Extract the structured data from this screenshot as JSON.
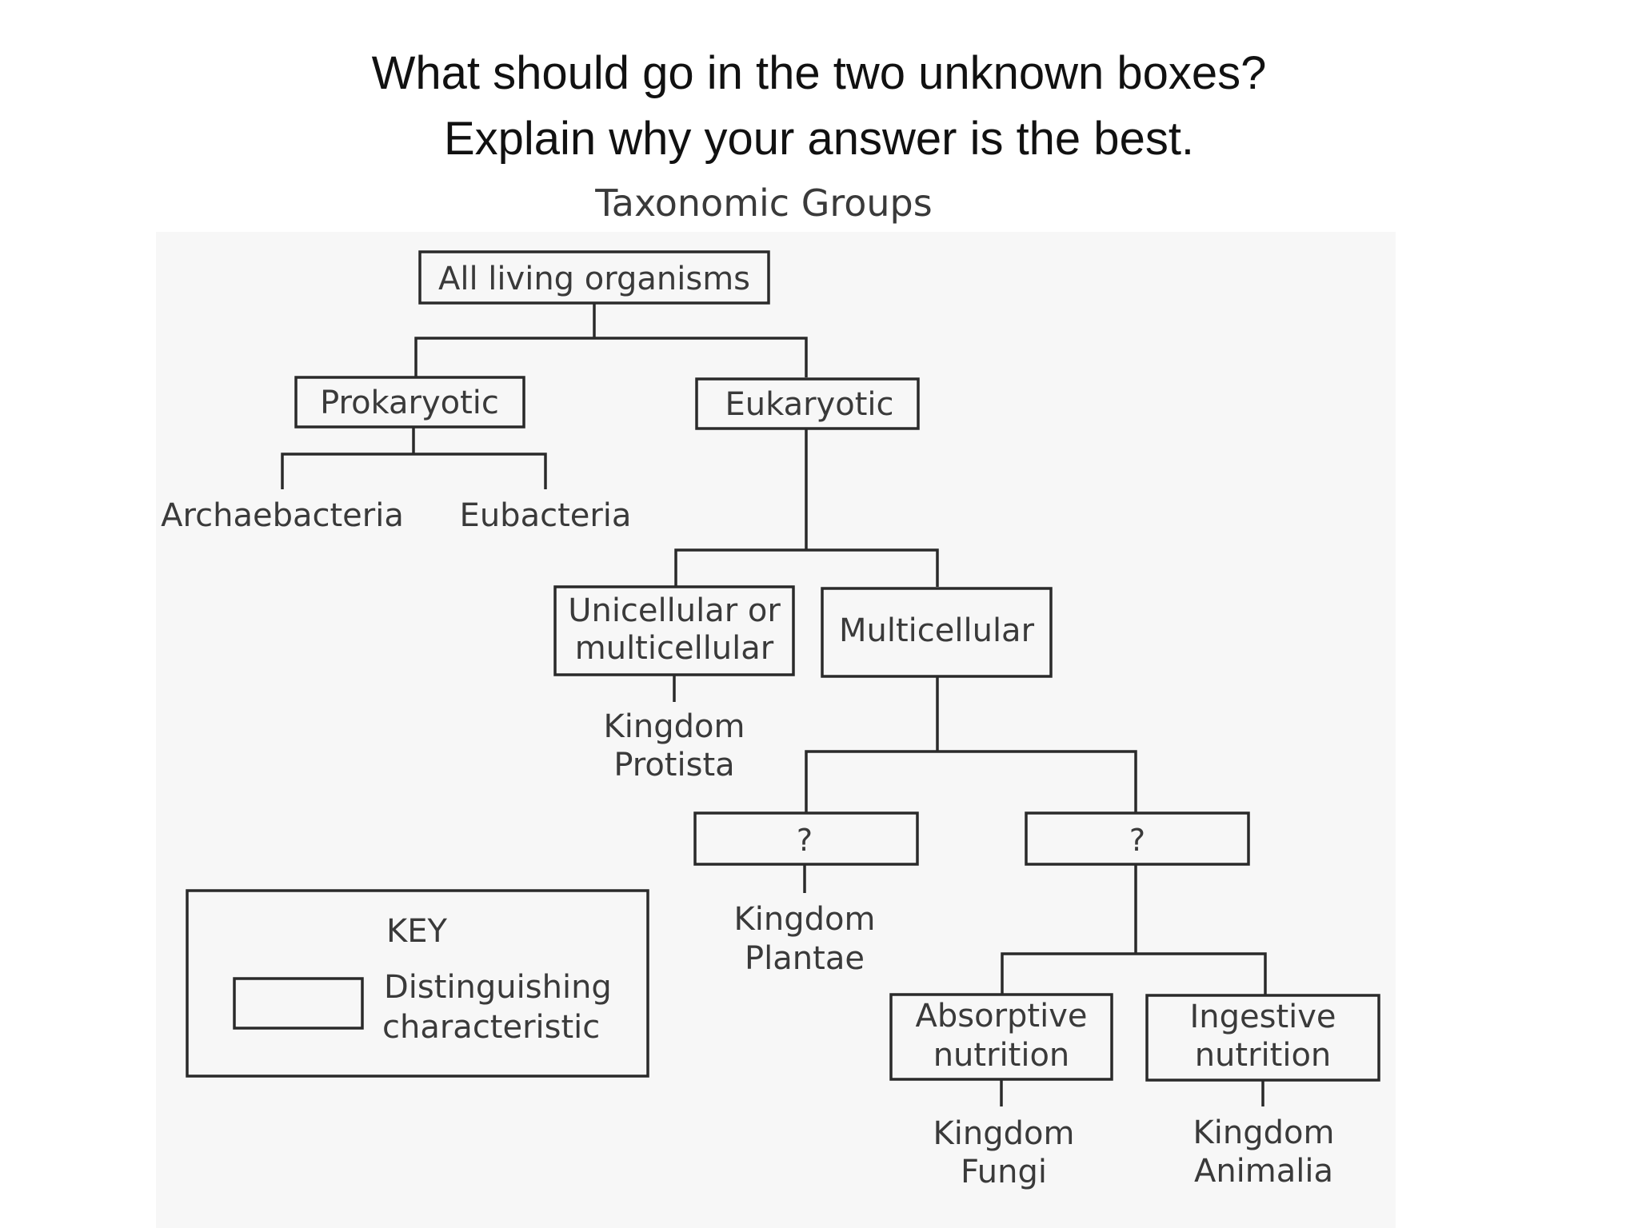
{
  "question": {
    "line1": "What should go in the two unknown boxes?",
    "line2": "Explain why your answer is the best."
  },
  "diagram": {
    "title": "Taxonomic Groups",
    "root": "All living organisms",
    "prokaryotic": "Prokaryotic",
    "eukaryotic": "Eukaryotic",
    "archaebacteria": "Archaebacteria",
    "eubacteria": "Eubacteria",
    "unicellular_or_multicellular": [
      "Unicellular or",
      "multicellular"
    ],
    "multicellular": "Multicellular",
    "kingdom_protista": [
      "Kingdom",
      "Protista"
    ],
    "unknown_left": "?",
    "unknown_right": "?",
    "kingdom_plantae": [
      "Kingdom",
      "Plantae"
    ],
    "absorptive": [
      "Absorptive",
      "nutrition"
    ],
    "ingestive": [
      "Ingestive",
      "nutrition"
    ],
    "kingdom_fungi": [
      "Kingdom",
      "Fungi"
    ],
    "kingdom_animalia": [
      "Kingdom",
      "Animalia"
    ]
  },
  "key": {
    "title": "KEY",
    "description": [
      "Distinguishing",
      "characteristic"
    ]
  }
}
